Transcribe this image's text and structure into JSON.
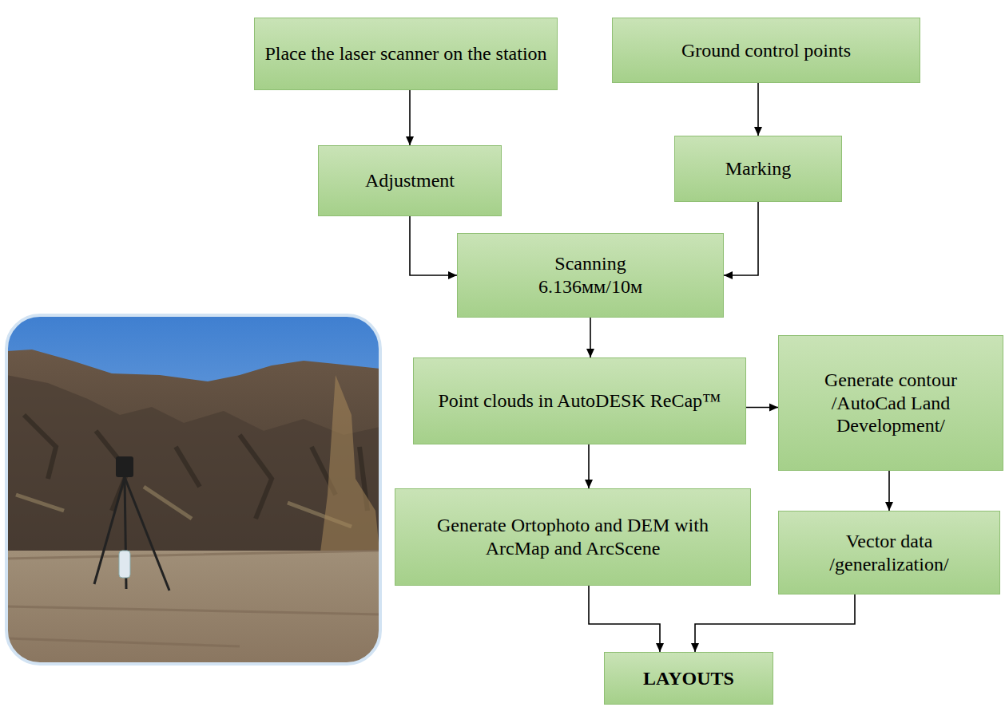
{
  "diagram": {
    "nodes": [
      {
        "text": [
          "Place the laser scanner on the station"
        ]
      },
      {
        "text": [
          "Ground control points"
        ]
      },
      {
        "text": [
          "Adjustment"
        ]
      },
      {
        "text": [
          "Marking"
        ]
      },
      {
        "text": [
          "Scanning",
          "6.136мм/10м"
        ]
      },
      {
        "text": [
          "Point clouds in AutoDESK ReCap™"
        ]
      },
      {
        "text": [
          "Generate contour /AutoCad Land Development/"
        ]
      },
      {
        "text": [
          "Generate Ortophoto and DEM with ArcMap and ArcScene"
        ]
      },
      {
        "text": [
          "Vector data /generalization/"
        ]
      },
      {
        "text": [
          "LAYOUTS"
        ]
      }
    ],
    "edges": [
      {
        "from": 0,
        "to": 2,
        "arrow": "to"
      },
      {
        "from": 1,
        "to": 3,
        "arrow": "to"
      },
      {
        "from": 2,
        "to": 4,
        "arrow": "to"
      },
      {
        "from": 3,
        "to": 4,
        "arrow": "to"
      },
      {
        "from": 4,
        "to": 5,
        "arrow": "to"
      },
      {
        "from": 5,
        "to": 6,
        "arrow": "to"
      },
      {
        "from": 5,
        "to": 7,
        "arrow": "to"
      },
      {
        "from": 6,
        "to": 8,
        "arrow": "to"
      },
      {
        "from": 7,
        "to": 9,
        "arrow": "to"
      },
      {
        "from": 8,
        "to": 9,
        "arrow": "to"
      }
    ]
  }
}
